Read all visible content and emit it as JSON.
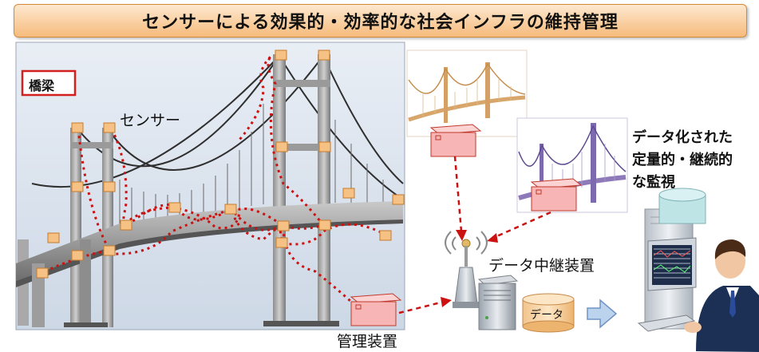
{
  "banner": {
    "title": "センサーによる効果的・効率的な社会インフラの維持管理"
  },
  "bridge_tag": "橋梁",
  "sensor_label": "センサー",
  "relay_label": "データ中継装置",
  "manager_label": "管理装置",
  "db_label": "データ",
  "monitor_label": [
    "データ化された",
    "定量的・継続的",
    "な監視"
  ],
  "colors": {
    "sensor_fill": "#f6c184",
    "sensor_edge": "#c77c2a",
    "dotted": "#cc1111",
    "box_fill": "#f7b5b5",
    "box_edge": "#c0392b",
    "sky": "#d9e2ee"
  }
}
